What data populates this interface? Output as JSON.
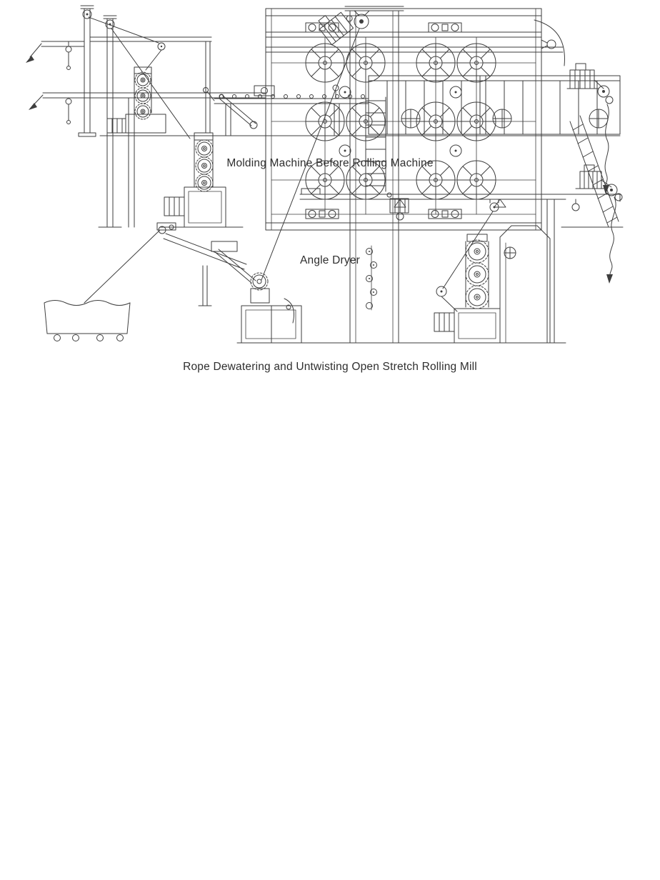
{
  "page": {
    "background_color": "#ffffff",
    "line_color": "#3e3e3e",
    "caption_color": "#2e2e2e"
  },
  "diagrams": [
    {
      "id": "rope-dewatering-mill",
      "caption": "Rope Dewatering and Untwisting Open Stretch Rolling Mill"
    },
    {
      "id": "molding-machine",
      "caption": "Molding Machine Before Rolling Machine"
    },
    {
      "id": "angle-dryer",
      "caption": "Angle Dryer"
    }
  ]
}
